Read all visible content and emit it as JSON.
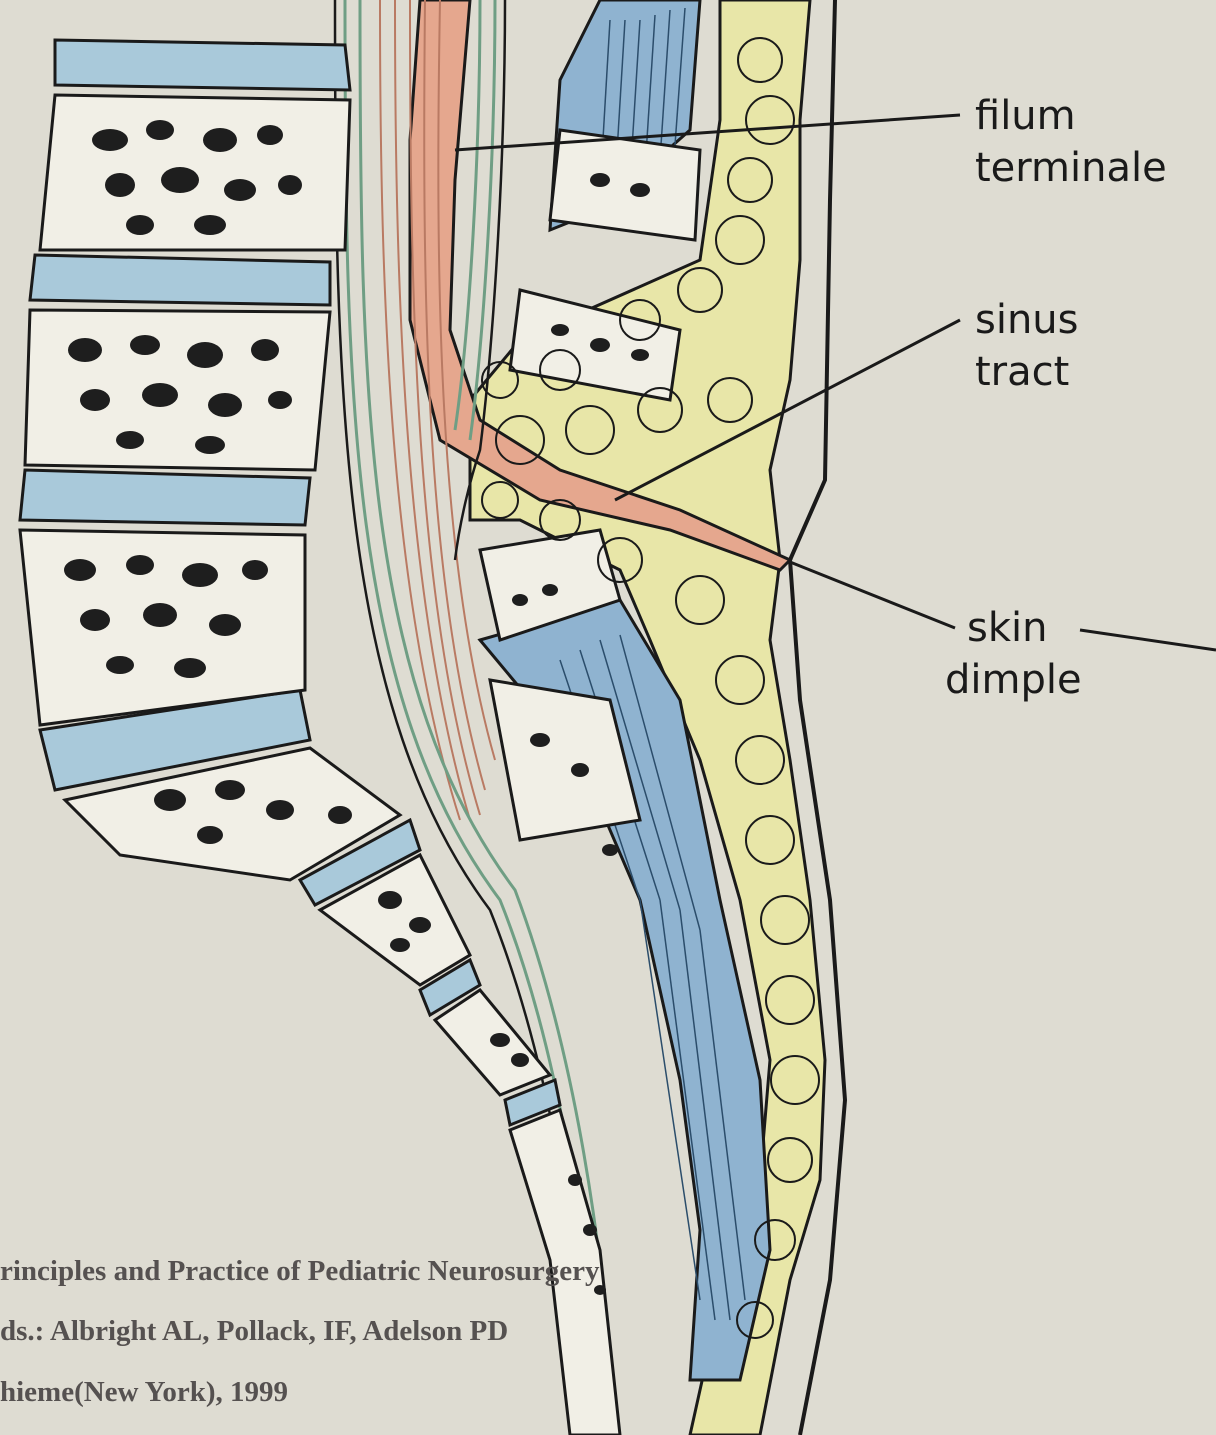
{
  "labels": {
    "filum": {
      "line1": "filum",
      "line2": "terminale"
    },
    "sinus": {
      "line1": "sinus",
      "line2": "tract"
    },
    "skin": {
      "line1": "skin",
      "line2": "dimple"
    }
  },
  "citation": {
    "line1": "rinciples and Practice of Pediatric Neurosurgery",
    "line2": "ds.: Albright AL, Pollack, IF, Adelson PD",
    "line3": "hieme(New York), 1999"
  },
  "colors": {
    "background": "#dedcd2",
    "disc": "#a9c9da",
    "vertebra": "#f1efe6",
    "marrow": "#1e1e1e",
    "fat": "#e8e6a8",
    "muscle": "#8fb3d0",
    "nerve_roots": "#d9a98f",
    "meninges": "#9fc2ac",
    "sinus_tract": "#e5a78e"
  }
}
